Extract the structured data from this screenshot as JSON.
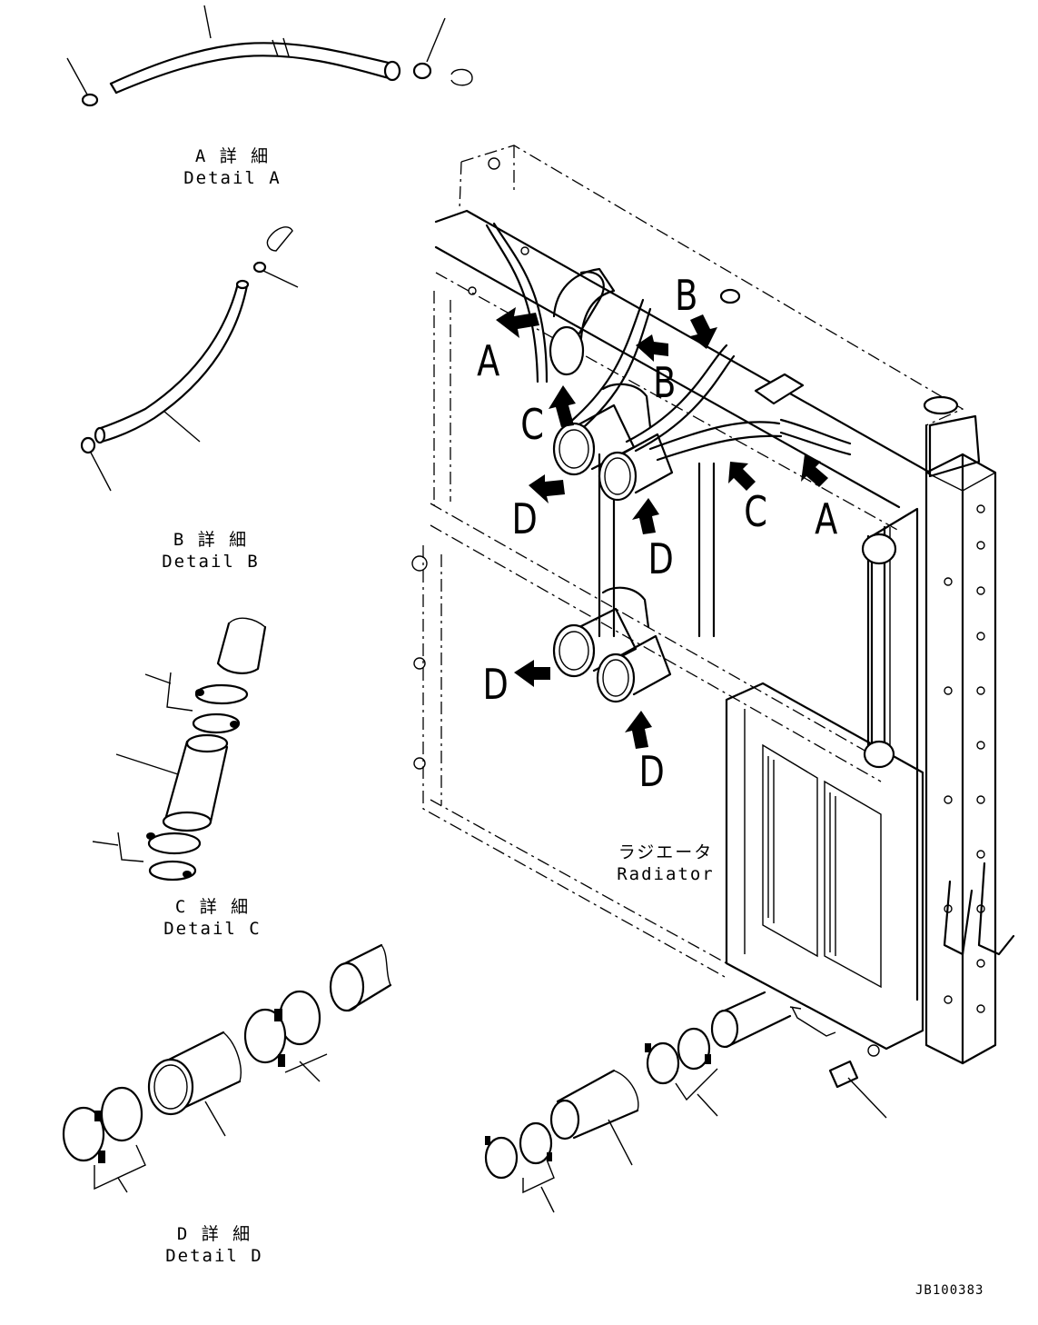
{
  "captions": {
    "a_jp": "A 詳 細",
    "a_en": "Detail A",
    "b_jp": "B 詳 細",
    "b_en": "Detail B",
    "c_jp": "C 詳 細",
    "c_en": "Detail C",
    "d_jp": "D 詳 細",
    "d_en": "Detail D"
  },
  "radiator": {
    "jp": "ラジエータ",
    "en": "Radiator"
  },
  "callouts": {
    "a1": "A",
    "a2": "A",
    "b1": "B",
    "b2": "B",
    "c1": "C",
    "c2": "C",
    "d1": "D",
    "d2": "D",
    "d3": "D",
    "d4": "D"
  },
  "drawing_code": "JB100383"
}
